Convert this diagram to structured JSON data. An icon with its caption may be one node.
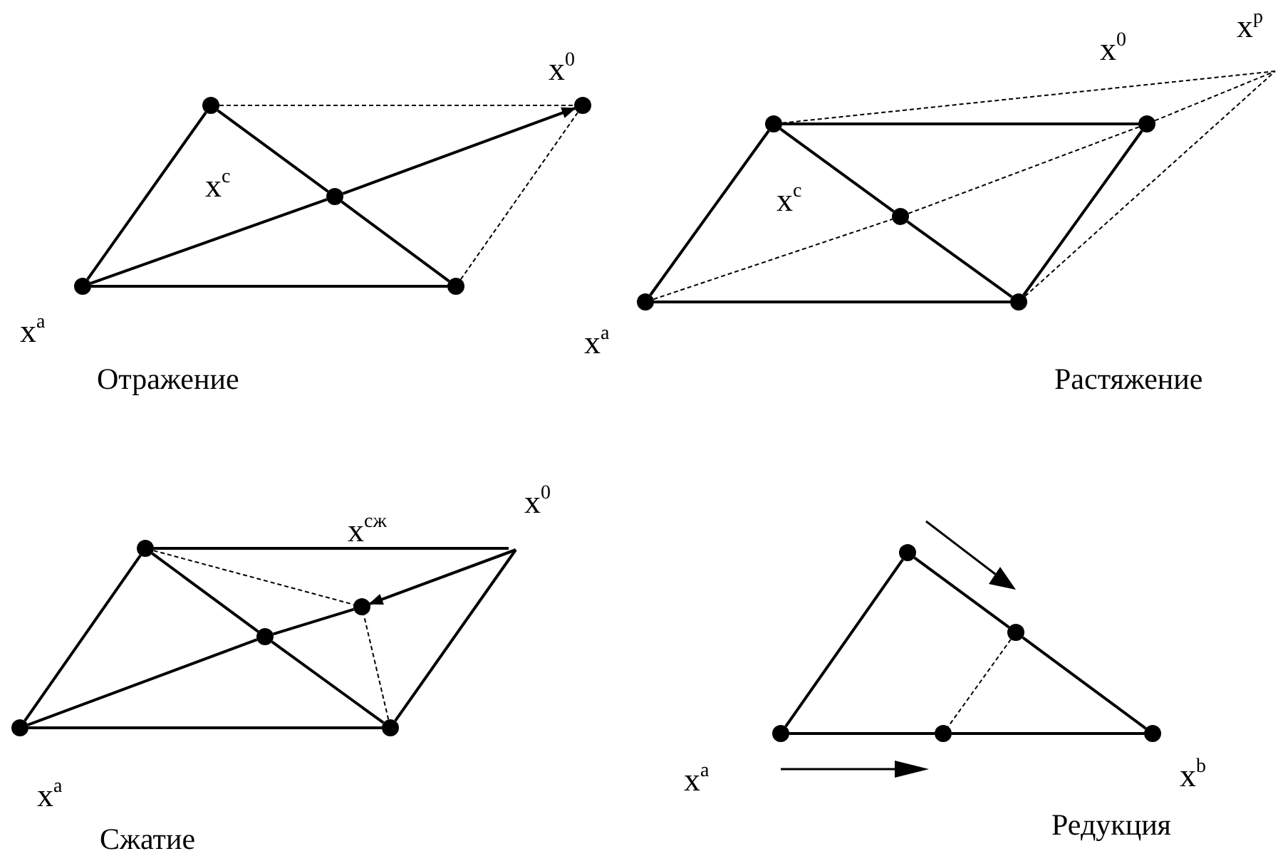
{
  "diagram": {
    "nodes": [
      {
        "text": [],
        "shape": "circle"
      },
      {
        "text": [],
        "shape": "circle"
      },
      {
        "text": [],
        "shape": "circle"
      },
      {
        "text": [],
        "shape": "circle"
      },
      {
        "text": [],
        "shape": "circle"
      },
      {
        "text": [],
        "shape": "circle"
      },
      {
        "text": [],
        "shape": "circle"
      },
      {
        "text": [],
        "shape": "circle"
      },
      {
        "text": [],
        "shape": "circle"
      },
      {
        "text": [],
        "shape": "circle"
      },
      {
        "text": [],
        "shape": "circle"
      },
      {
        "text": [],
        "shape": "circle"
      },
      {
        "text": [],
        "shape": "circle"
      },
      {
        "text": [],
        "shape": "circle"
      },
      {
        "text": [],
        "shape": "circle"
      },
      {
        "text": [],
        "shape": "circle"
      },
      {
        "text": [],
        "shape": "circle"
      },
      {
        "text": [],
        "shape": "circle"
      },
      {
        "text": [],
        "shape": "circle"
      },
      {
        "text": [],
        "shape": "circle"
      }
    ],
    "edges": [
      {
        "from": 3,
        "to": 0,
        "arrow": "none"
      },
      {
        "from": 0,
        "to": 2,
        "arrow": "none"
      },
      {
        "from": 2,
        "to": 4,
        "arrow": "none"
      },
      {
        "from": 3,
        "to": 4,
        "arrow": "none"
      },
      {
        "from": 3,
        "to": 2,
        "arrow": "none"
      },
      {
        "from": 2,
        "to": 1,
        "arrow": "to"
      },
      {
        "from": 0,
        "to": 1,
        "arrow": "none",
        "style": "dashed"
      },
      {
        "from": 4,
        "to": 1,
        "arrow": "none",
        "style": "dashed"
      },
      {
        "from": 8,
        "to": 5,
        "arrow": "none"
      },
      {
        "from": 5,
        "to": 6,
        "arrow": "none"
      },
      {
        "from": 6,
        "to": 9,
        "arrow": "none"
      },
      {
        "from": 5,
        "to": 7,
        "arrow": "none"
      },
      {
        "from": 7,
        "to": 9,
        "arrow": "none"
      },
      {
        "from": 8,
        "to": 9,
        "arrow": "none"
      },
      {
        "from": 8,
        "to": 7,
        "arrow": "none",
        "style": "dashed"
      },
      {
        "from": 7,
        "to": 6,
        "arrow": "none",
        "style": "dashed"
      },
      {
        "from": 6,
        "to": null,
        "arrow": "none",
        "style": "dashed"
      },
      {
        "from": 5,
        "to": null,
        "arrow": "none",
        "style": "dashed"
      },
      {
        "from": 9,
        "to": null,
        "arrow": "none",
        "style": "dashed"
      },
      {
        "from": 13,
        "to": 10,
        "arrow": "none"
      },
      {
        "from": 10,
        "to": 12,
        "arrow": "none"
      },
      {
        "from": 12,
        "to": 14,
        "arrow": "none"
      },
      {
        "from": 13,
        "to": 14,
        "arrow": "none"
      },
      {
        "from": 13,
        "to": 12,
        "arrow": "none"
      },
      {
        "from": 12,
        "to": 11,
        "arrow": "none"
      },
      {
        "from": 10,
        "to": null,
        "arrow": "none"
      },
      {
        "from": null,
        "to": 14,
        "arrow": "none"
      },
      {
        "from": null,
        "to": 11,
        "arrow": "to"
      },
      {
        "from": 10,
        "to": 11,
        "arrow": "none",
        "style": "dashed"
      },
      {
        "from": 14,
        "to": 11,
        "arrow": "none",
        "style": "dashed"
      },
      {
        "from": 17,
        "to": 15,
        "arrow": "none"
      },
      {
        "from": 15,
        "to": 16,
        "arrow": "none"
      },
      {
        "from": 16,
        "to": 19,
        "arrow": "none"
      },
      {
        "from": 17,
        "to": 18,
        "arrow": "none"
      },
      {
        "from": 18,
        "to": 19,
        "arrow": "none"
      },
      {
        "from": 16,
        "to": 18,
        "arrow": "none",
        "style": "dashed"
      }
    ],
    "labels": [
      "x$^{0}$",
      "x$^{p}$",
      "x$^{0}$",
      "x$^{c}$",
      "x$^{c}$",
      "x$^{a}$",
      "x$^{a}$",
      "Отражение",
      "Растяжение",
      "x$^{сж}$",
      "x$^{0}$",
      "x$^{a}$",
      "x$^{a}$",
      "x$^{b}$",
      "Сжатие",
      "Редукция"
    ]
  }
}
